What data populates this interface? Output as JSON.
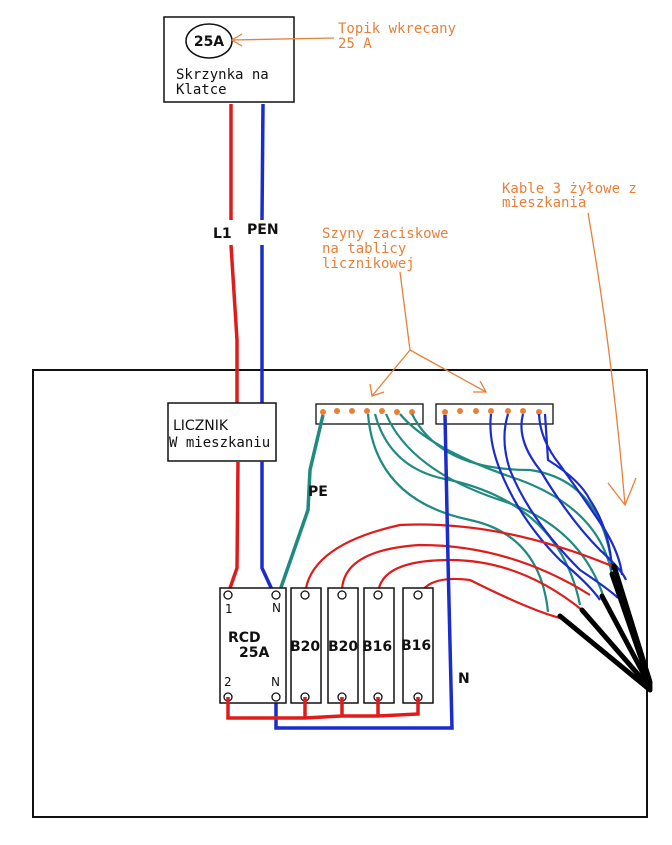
{
  "labels": {
    "fuse": "25A",
    "box_line1": "Skrzynka na",
    "box_line2": "Klatce",
    "note_fuse_line1": "Topik wkrecany",
    "note_fuse_line2": "25 A",
    "note_cables_line1": "Kable 3 żyłowe z",
    "note_cables_line2": "mieszkania",
    "note_rails_line1": "Szyny zaciskowe",
    "note_rails_line2": "na tablicy",
    "note_rails_line3": "licznikowej",
    "wire_l1": "L1",
    "wire_pen": "PEN",
    "wire_pe": "PE",
    "wire_n": "N",
    "meter_line1": "LICZNIK",
    "meter_line2": "W mieszkaniu",
    "rcd_name": "RCD",
    "rcd_rating": "25A",
    "rcd_t1": "1",
    "rcd_tn_top": "N",
    "rcd_t2": "2",
    "rcd_tn_bottom": "N",
    "breakers": [
      "B20",
      "B20",
      "B16",
      "B16"
    ]
  },
  "colors": {
    "phase": "#e01b1b",
    "neutral": "#1a2ccc",
    "pe": "#1f8a80",
    "note": "#e8803a",
    "cable": "#000000"
  }
}
